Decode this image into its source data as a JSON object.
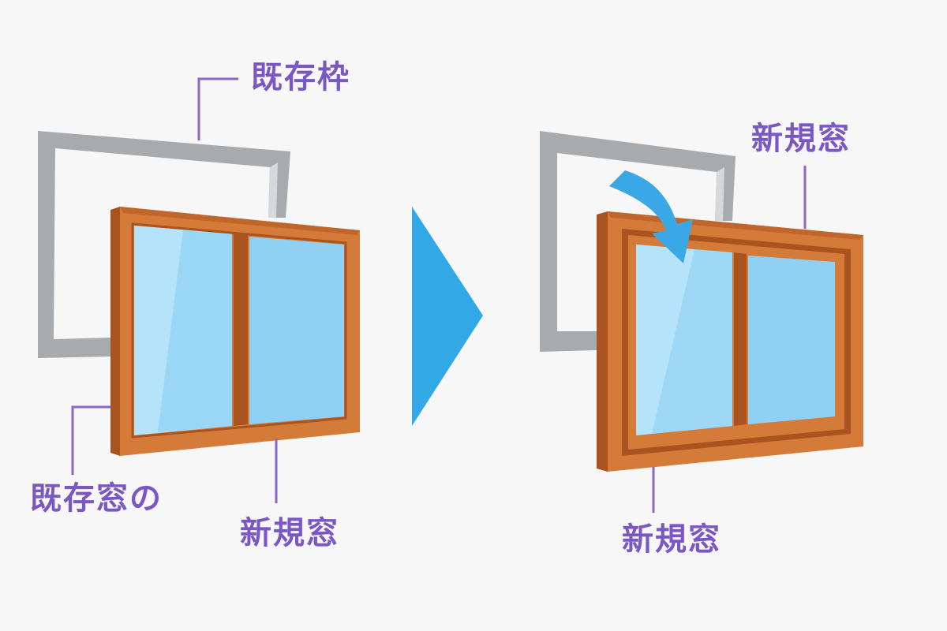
{
  "colors": {
    "label_text": "#7b57c4",
    "leader_line": "#8a63cc",
    "old_frame_outer": "#a8abae",
    "old_frame_inner": "#d6d8da",
    "wood_face": "#d57b3a",
    "wood_dark": "#a9531f",
    "wood_mid": "#c0662b",
    "glass_light": "#b5e4fa",
    "glass_mid": "#8fd0f4",
    "glass_deep": "#78c2ee",
    "transition_triangle": "#33a8e6",
    "curved_arrow": "#3aa8e5"
  },
  "left_panel": {
    "existing_frame_label": "既存枠",
    "existing_window_label": "既存窓の",
    "new_window_label": "新規窓"
  },
  "right_panel": {
    "new_window_top_label": "新規窓",
    "new_window_bottom_label": "新規窓"
  },
  "icons": {
    "transition": "play-triangle-icon",
    "insert": "curved-arrow-icon"
  }
}
